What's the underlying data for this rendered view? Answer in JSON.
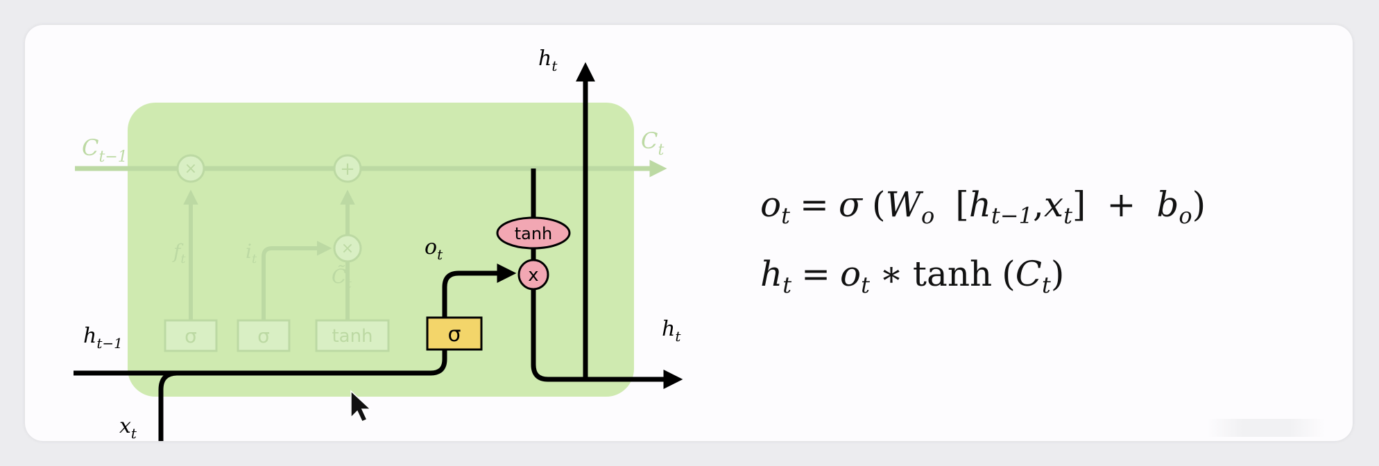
{
  "diagram": {
    "labels": {
      "c_prev": {
        "base": "C",
        "sub": "t−1"
      },
      "c_next": {
        "base": "C",
        "sub": "t"
      },
      "h_top": {
        "base": "h",
        "sub": "t"
      },
      "h_prev": {
        "base": "h",
        "sub": "t−1"
      },
      "h_right": {
        "base": "h",
        "sub": "t"
      },
      "x_in": {
        "base": "x",
        "sub": "t"
      },
      "o_gate": {
        "base": "o",
        "sub": "t"
      },
      "f_gate": {
        "base": "f",
        "sub": "t"
      },
      "i_gate": {
        "base": "i",
        "sub": "t"
      },
      "c_tilde": {
        "base": "C̃",
        "sub": "t"
      }
    },
    "ops": {
      "multiply": "×",
      "add": "+",
      "x_mark": "x"
    },
    "blocks": {
      "sigma": "σ",
      "tanh": "tanh"
    },
    "colors": {
      "cell_bg": "#cfeab0",
      "faded": "#bcd9a3",
      "active_box": "#f3d56a",
      "tanh_pill": "#f2a7b3",
      "line": "#000000"
    }
  },
  "formulas": {
    "eq1": {
      "lhs": "o",
      "lhs_sub": "t",
      "eq": "=",
      "sigma": "σ",
      "paren_open": "(",
      "W": "W",
      "W_sub": "o",
      "bracket_open": "[",
      "h": "h",
      "h_sub": "t−1",
      "comma": ",",
      "x": "x",
      "x_sub": "t",
      "bracket_close": "]",
      "plus": "+",
      "b": "b",
      "b_sub": "o",
      "paren_close": ")"
    },
    "eq2": {
      "lhs": "h",
      "lhs_sub": "t",
      "eq": "=",
      "o": "o",
      "o_sub": "t",
      "star": "∗",
      "tanh": "tanh",
      "paren_open": "(",
      "C": "C",
      "C_sub": "t",
      "paren_close": ")"
    }
  }
}
